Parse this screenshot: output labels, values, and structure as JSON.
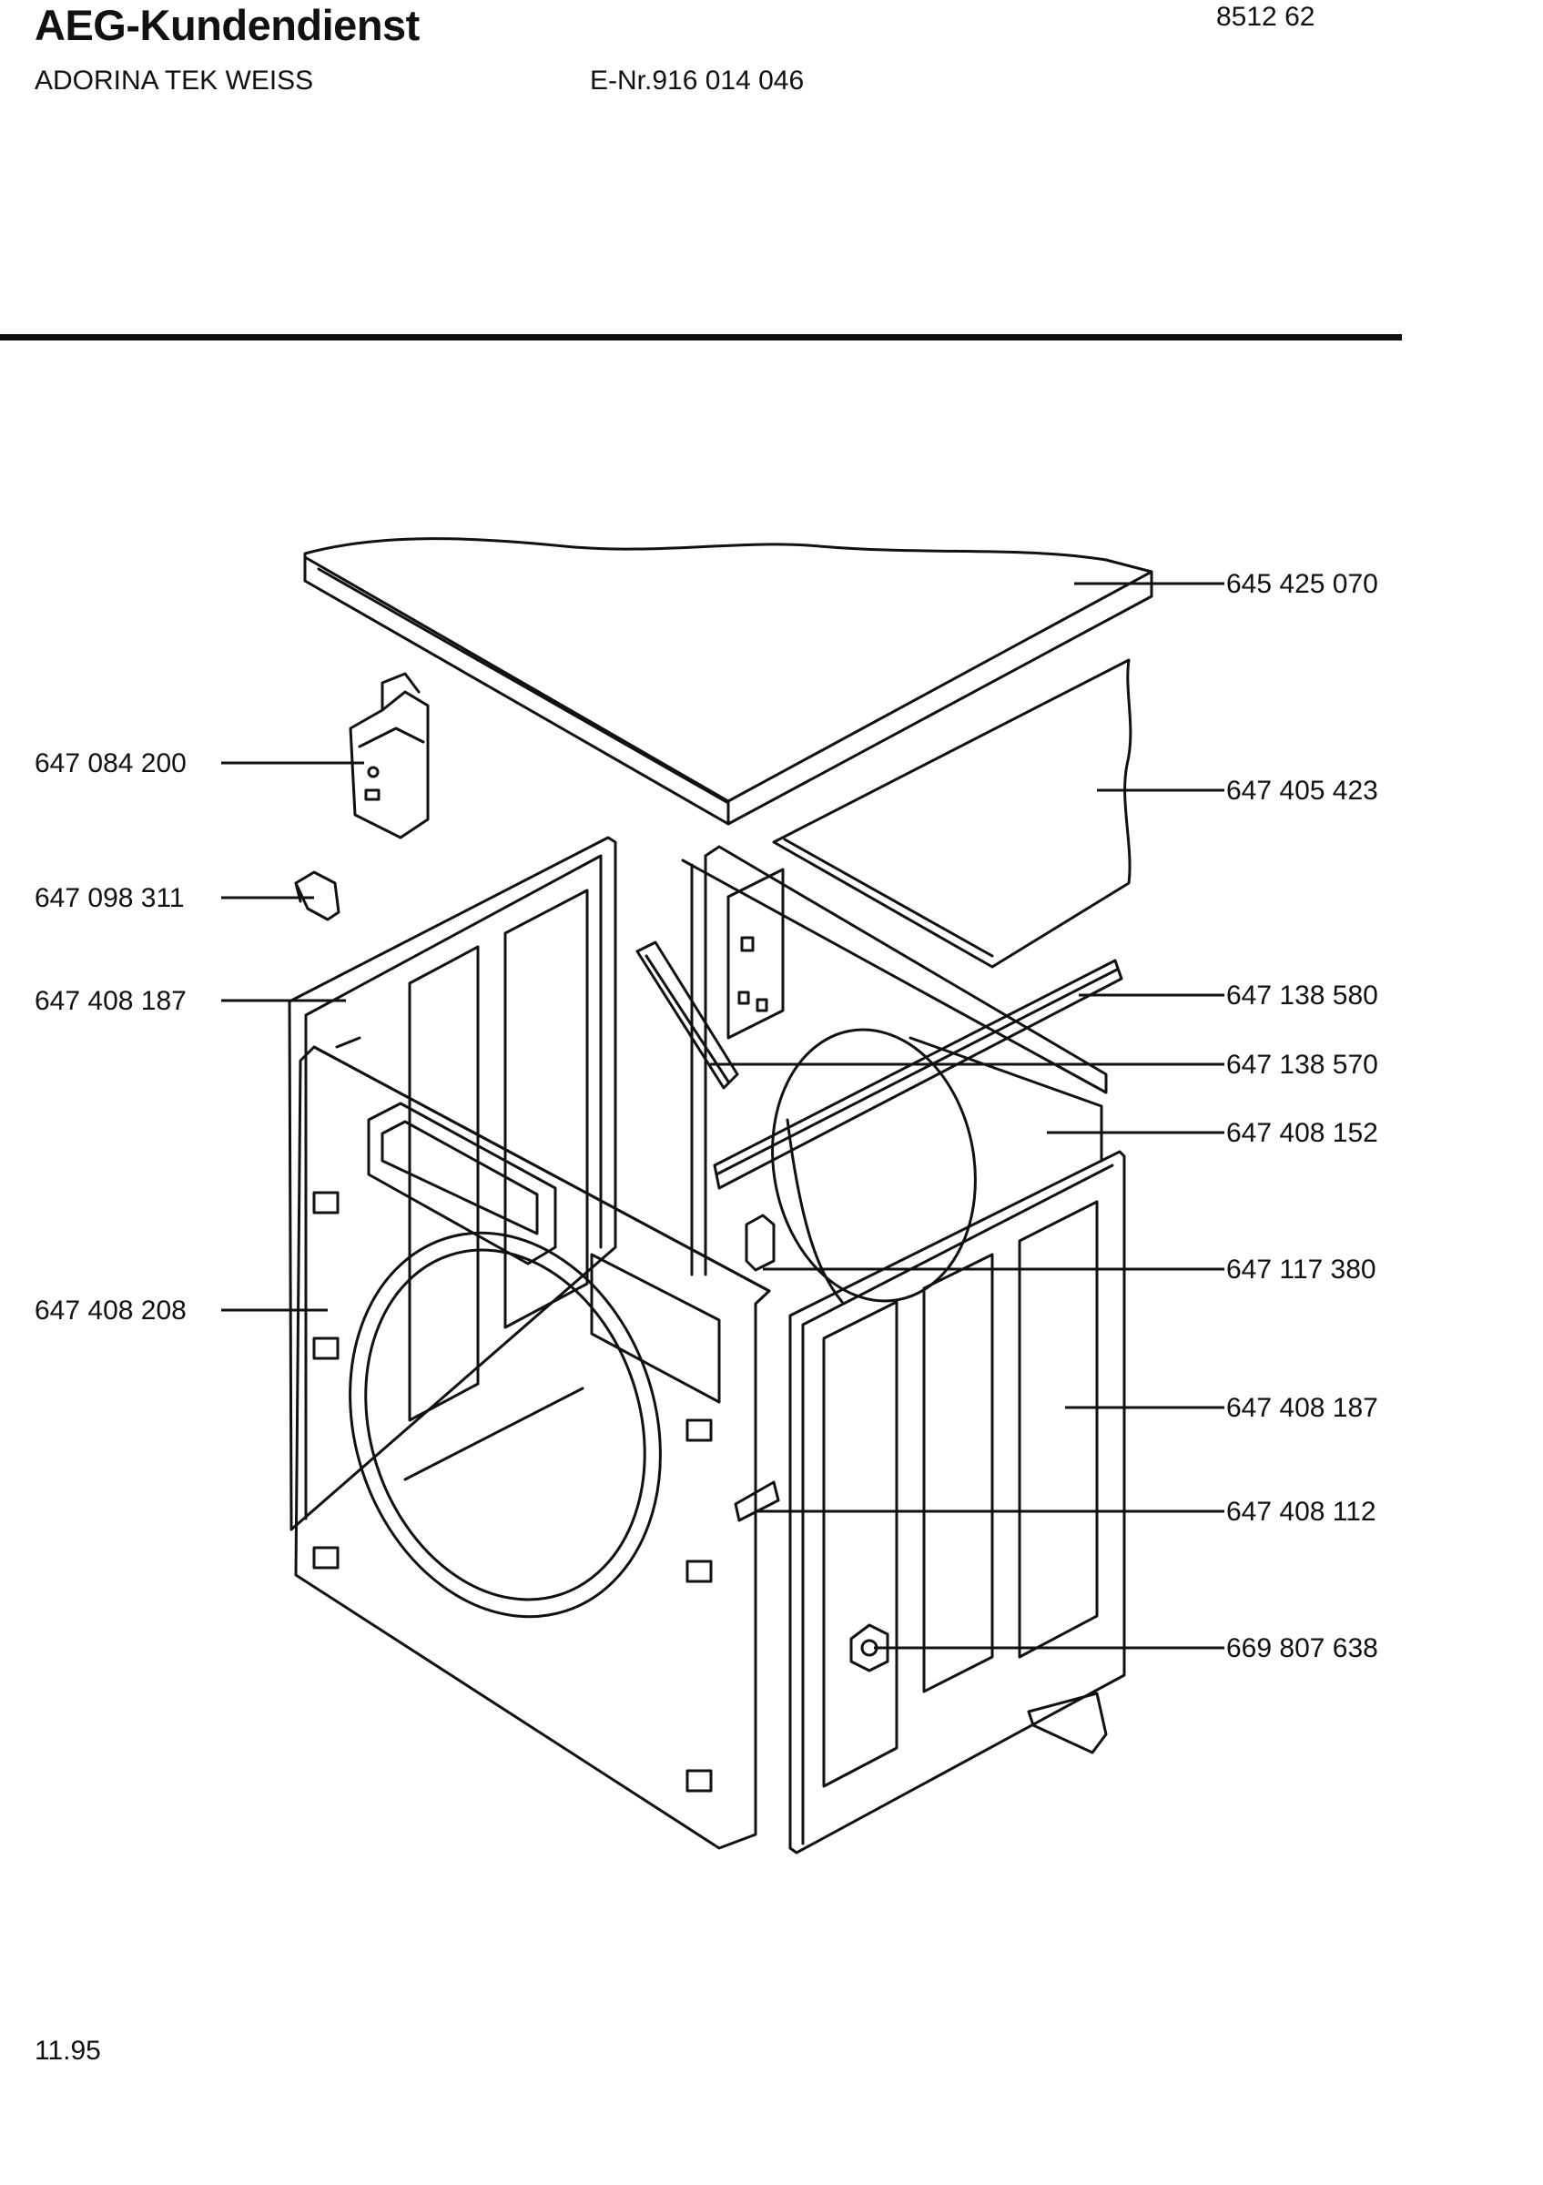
{
  "header": {
    "title": "AEG-Kundendienst",
    "doc_number": "8512 62",
    "model": "ADORINA TEK WEISS",
    "e_number": "E-Nr.916 014 046"
  },
  "footer": {
    "date": "11.95"
  },
  "parts": {
    "top_cover": "645 425 070",
    "side_wall_rear": "647 405 423",
    "switch_block": "647 084 200",
    "small_clip": "647 098 311",
    "left_side_panel": "647 408 187",
    "cross_strut_long": "647 138 580",
    "cross_strut_short": "647 138 570",
    "drum_rear_panel": "647 408 152",
    "hinge_bracket": "647 117 380",
    "front_panel": "647 408 208",
    "right_side_panel": "647 408 187",
    "latch_bracket": "647 408 112",
    "door_lock": "669 807 638"
  },
  "colors": {
    "ink": "#111111",
    "paper": "#ffffff"
  }
}
